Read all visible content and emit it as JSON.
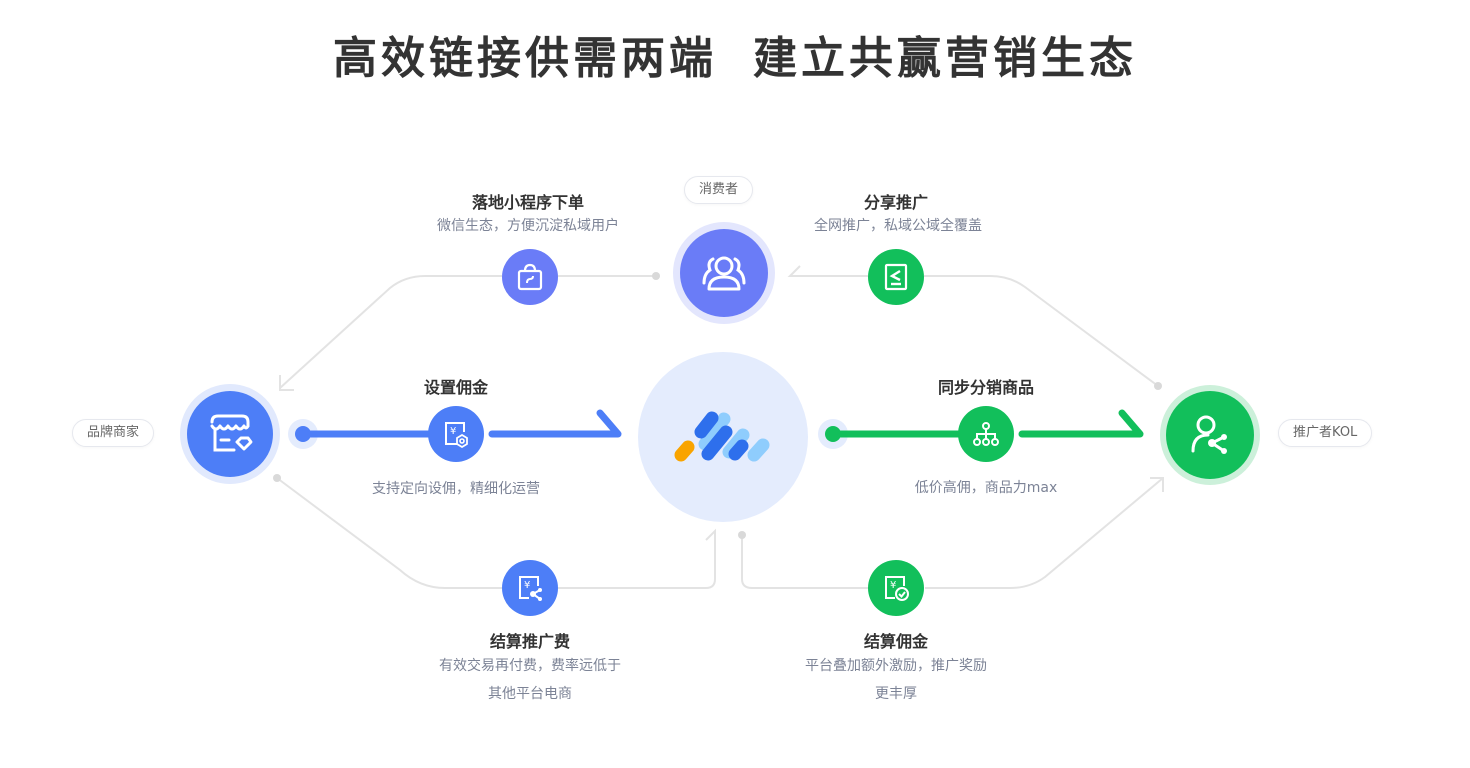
{
  "title": {
    "part1": "高效链接供需两端",
    "part2": "建立共赢营销生态"
  },
  "actors": {
    "merchant": {
      "label": "品牌商家",
      "icon": "storefront-icon"
    },
    "consumer": {
      "label": "消费者",
      "icon": "users-group-icon"
    },
    "promoter": {
      "label": "推广者KOL",
      "icon": "user-share-icon"
    },
    "platform": {
      "icon": "platform-logo-icon"
    }
  },
  "steps": {
    "miniprogram": {
      "title": "落地小程序下单",
      "desc": "微信生态，方便沉淀私域用户",
      "icon": "shopping-bag-miniprogram-icon"
    },
    "share": {
      "title": "分享推广",
      "desc": "全网推广，私域公域全覆盖",
      "icon": "share-document-icon"
    },
    "commission_setup": {
      "title": "设置佣金",
      "desc": "支持定向设佣，精细化运营",
      "icon": "yuan-settings-icon"
    },
    "sync_products": {
      "title": "同步分销商品",
      "desc": "低价高佣，商品力max",
      "icon": "hierarchy-tree-icon"
    },
    "settle_fee": {
      "title": "结算推广费",
      "desc_line1": "有效交易再付费，费率远低于",
      "desc_line2": "其他平台电商",
      "icon": "yuan-share-icon"
    },
    "settle_commission": {
      "title": "结算佣金",
      "desc_line1": "平台叠加额外激励，推广奖励",
      "desc_line2": "更丰厚",
      "icon": "yuan-check-icon"
    }
  },
  "colors": {
    "blue": "#4d7ef7",
    "purple": "#6a7cf7",
    "green": "#12bf5b",
    "platform_bg": "#e4ecfd",
    "line": "#e3e3e3"
  }
}
